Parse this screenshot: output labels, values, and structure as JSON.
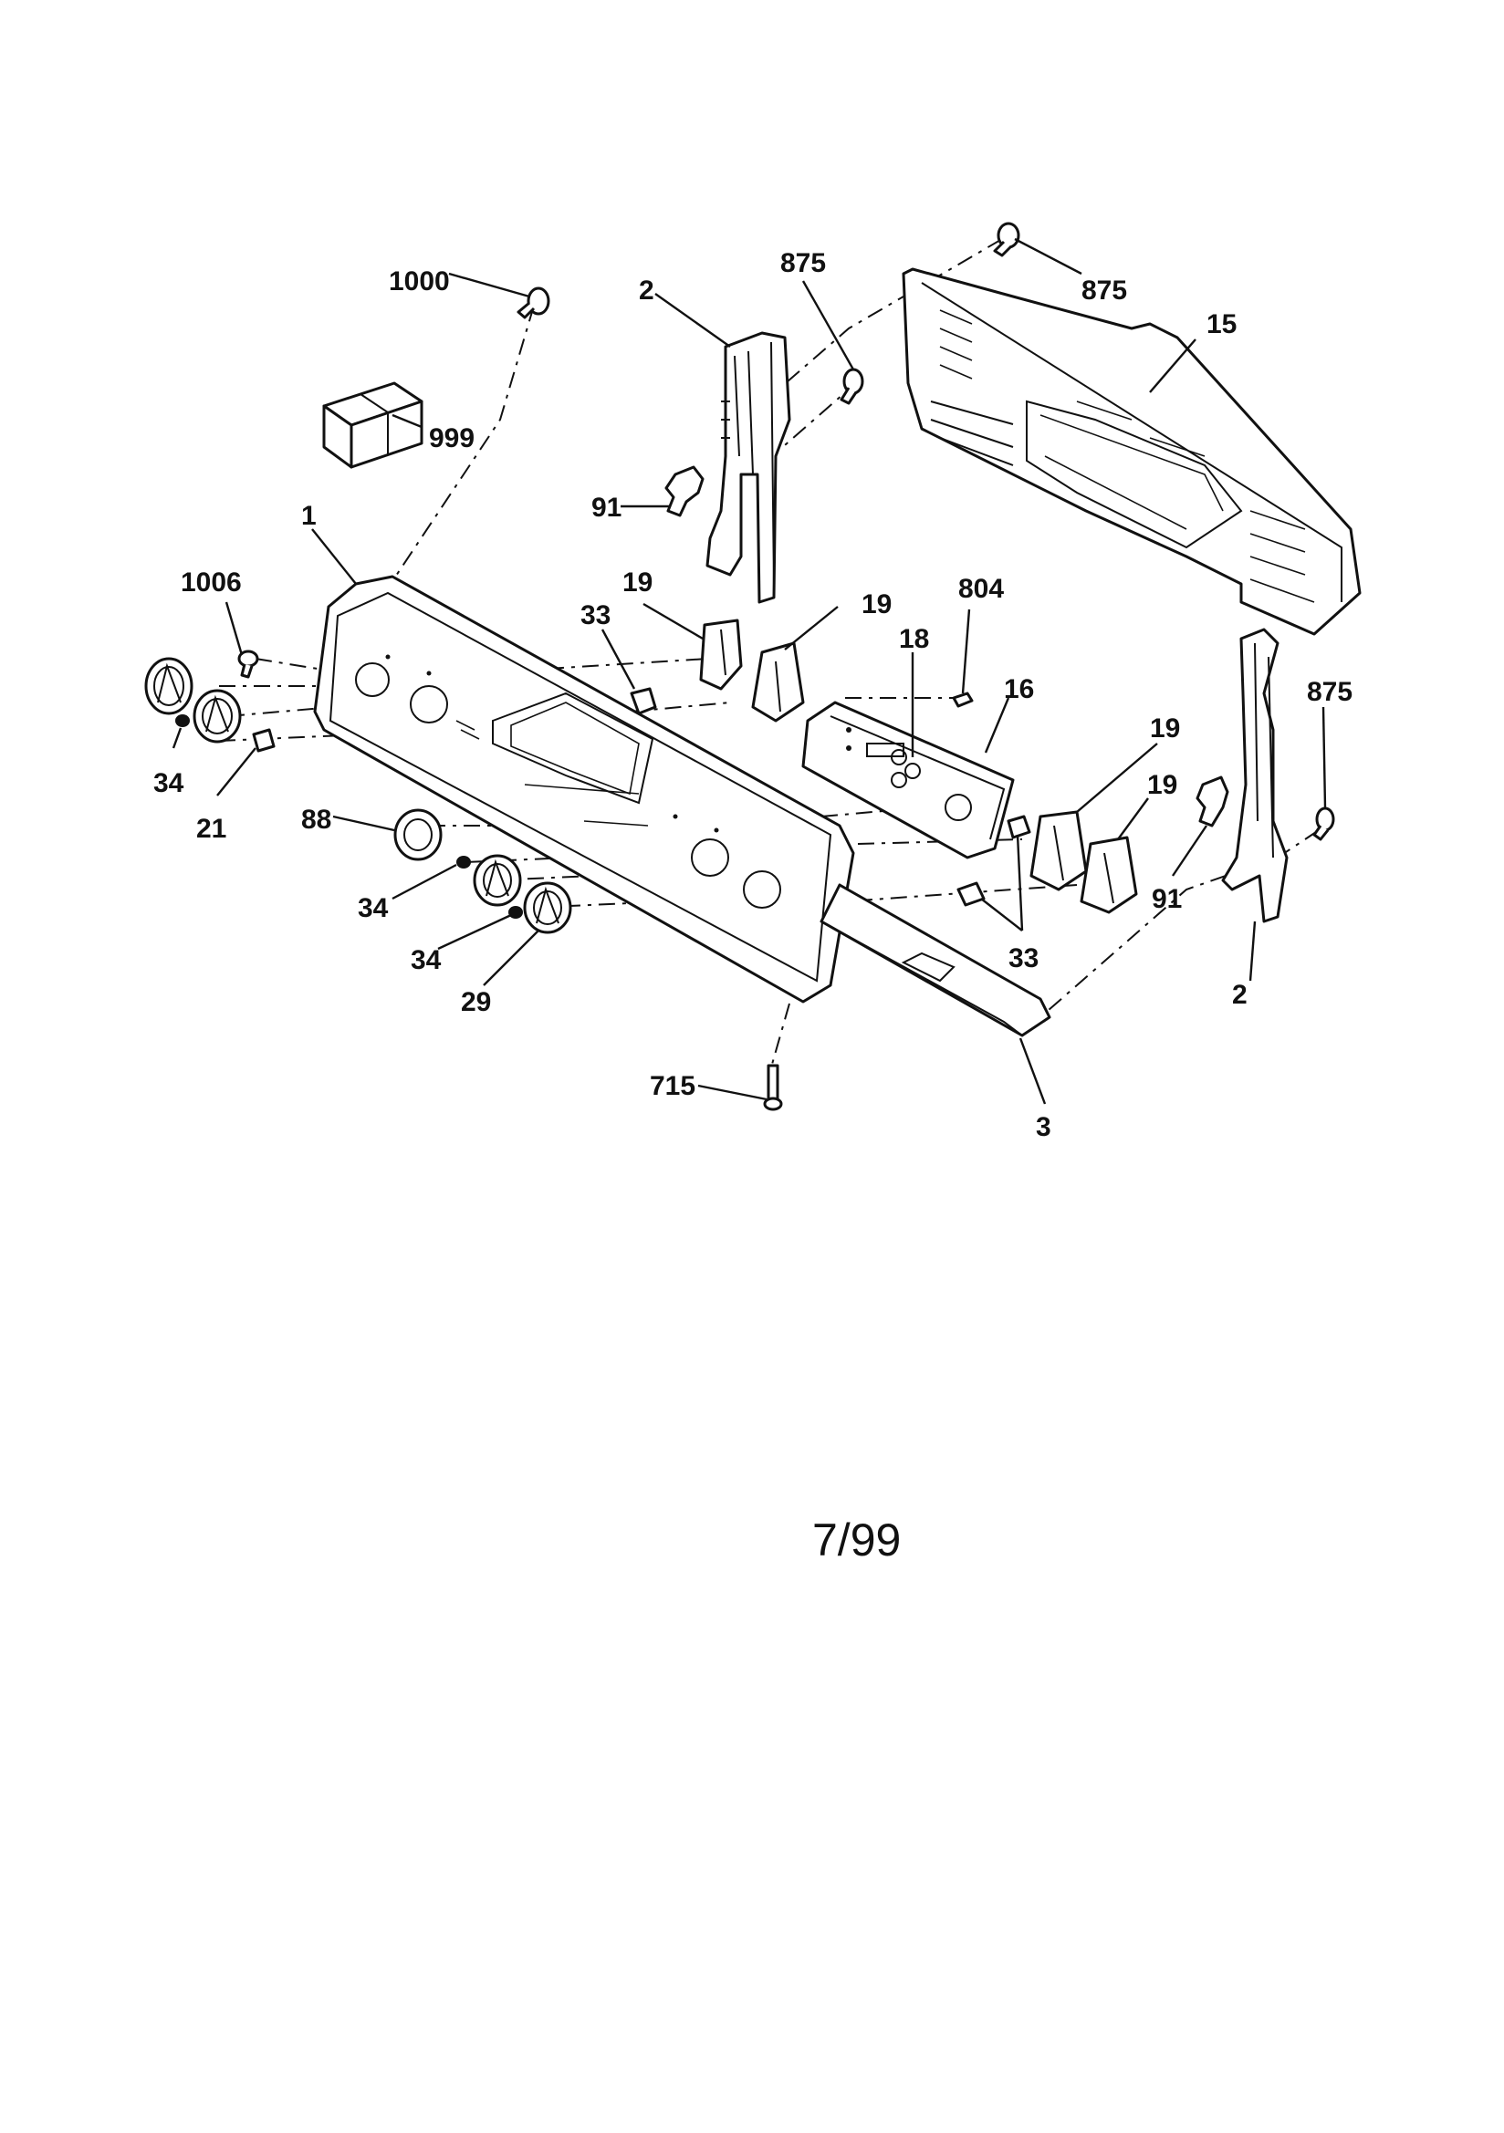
{
  "diagram": {
    "callouts": {
      "c1000": "1000",
      "c2_top": "2",
      "c875_top": "875",
      "c875_right_top": "875",
      "c15": "15",
      "c999": "999",
      "c91_top": "91",
      "c1": "1",
      "c1006": "1006",
      "c19_a": "19",
      "c33_top": "33",
      "c19_b": "19",
      "c804": "804",
      "c18": "18",
      "c16": "16",
      "c875_right": "875",
      "c34_a": "34",
      "c21": "21",
      "c19_c": "19",
      "c19_d": "19",
      "c88": "88",
      "c91_right": "91",
      "c34_b": "34",
      "c33_bottom": "33",
      "c34_c": "34",
      "c2_bottom": "2",
      "c29": "29",
      "c715": "715",
      "c3": "3"
    },
    "page_code": "7/99"
  }
}
